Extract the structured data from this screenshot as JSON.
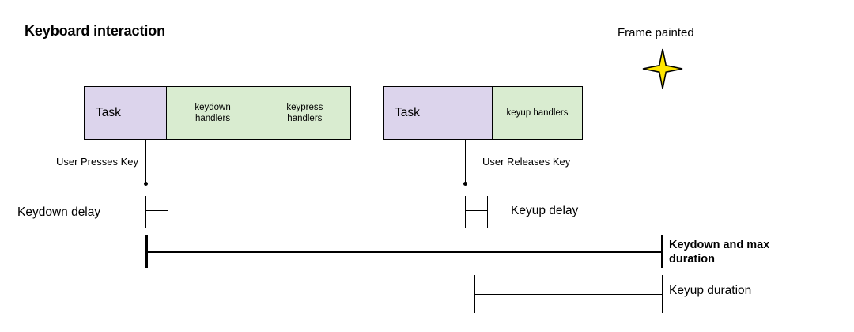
{
  "title": "Keyboard interaction",
  "colors": {
    "task_fill": "#dcd4ec",
    "handler_fill": "#d9ecd0",
    "stroke": "#000000",
    "star_fill": "#ffe600",
    "frame_line": "#555555",
    "background": "#ffffff"
  },
  "timeline": {
    "keydown_group": {
      "cells": [
        {
          "label": "Task",
          "kind": "task"
        },
        {
          "label": "keydown\nhandlers",
          "line1": "keydown",
          "line2": "handlers",
          "kind": "handler"
        },
        {
          "label": "keypress\nhandlers",
          "line1": "keypress",
          "line2": "handlers",
          "kind": "handler"
        }
      ]
    },
    "keyup_group": {
      "cells": [
        {
          "label": "Task",
          "kind": "task"
        },
        {
          "label": "keyup handlers",
          "kind": "handler"
        }
      ]
    }
  },
  "annotations": {
    "frame_painted": "Frame painted",
    "user_presses_key": "User Presses Key",
    "user_releases_key": "User Releases Key",
    "keydown_delay": "Keydown delay",
    "keyup_delay": "Keyup delay",
    "keydown_and_max_duration": "Keydown and max duration",
    "keyup_duration": "Keyup duration"
  },
  "icons": {
    "frame_painted_star": "four-point-star"
  },
  "chart_data": {
    "type": "timeline",
    "title": "Keyboard interaction",
    "xlabel": "",
    "ylabel": "",
    "grid": false,
    "legend": "none",
    "xlim": [
      106,
      838
    ],
    "markers": [
      {
        "name": "user-presses-key",
        "x": 184,
        "label": "User Presses Key"
      },
      {
        "name": "user-releases-key",
        "x": 588,
        "label": "User Releases Key"
      },
      {
        "name": "frame-painted",
        "x": 838,
        "label": "Frame painted"
      }
    ],
    "blocks": [
      {
        "name": "task-1",
        "label": "Task",
        "x0": 106,
        "x1": 210,
        "fill": "#dcd4ec"
      },
      {
        "name": "keydown-handlers",
        "label": "keydown handlers",
        "x0": 210,
        "x1": 327,
        "fill": "#d9ecd0"
      },
      {
        "name": "keypress-handlers",
        "label": "keypress handlers",
        "x0": 327,
        "x1": 444,
        "fill": "#d9ecd0"
      },
      {
        "name": "task-2",
        "label": "Task",
        "x0": 484,
        "x1": 622,
        "fill": "#dcd4ec"
      },
      {
        "name": "keyup-handlers",
        "label": "keyup handlers",
        "x0": 622,
        "x1": 737,
        "fill": "#d9ecd0"
      }
    ],
    "spans": [
      {
        "name": "keydown-delay",
        "label": "Keydown delay",
        "x0": 184,
        "x1": 212,
        "y": 265,
        "emphasis": "normal"
      },
      {
        "name": "keyup-delay",
        "label": "Keyup delay",
        "x0": 588,
        "x1": 616,
        "y": 265,
        "emphasis": "normal"
      },
      {
        "name": "keydown-and-max-duration",
        "label": "Keydown and max duration",
        "x0": 184,
        "x1": 838,
        "y": 318,
        "emphasis": "bold"
      },
      {
        "name": "keyup-duration",
        "label": "Keyup duration",
        "x0": 600,
        "x1": 838,
        "y": 372,
        "emphasis": "normal"
      }
    ]
  }
}
